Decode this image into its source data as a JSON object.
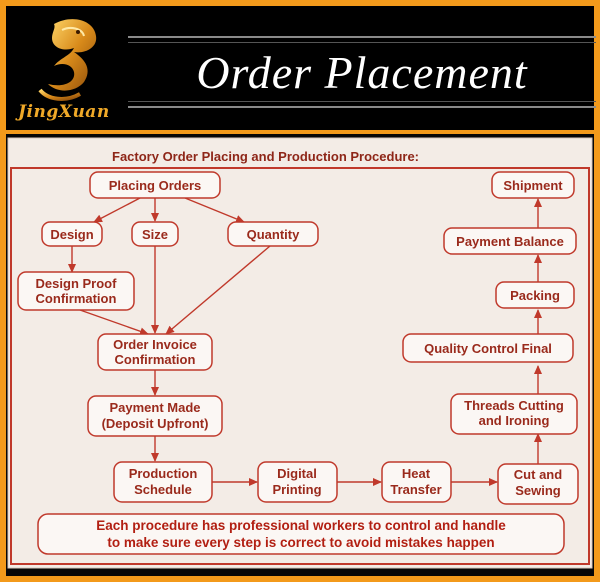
{
  "header": {
    "brand": "JingXuan",
    "title": "Order Placement"
  },
  "diagram": {
    "title": "Factory Order Placing and Production Procedure:",
    "nodes": {
      "placing_orders": [
        "Placing Orders"
      ],
      "design": [
        "Design"
      ],
      "size": [
        "Size"
      ],
      "quantity": [
        "Quantity"
      ],
      "design_proof": [
        "Design Proof",
        "Confirmation"
      ],
      "order_invoice": [
        "Order Invoice",
        "Confirmation"
      ],
      "payment_made": [
        "Payment Made",
        "(Deposit Upfront)"
      ],
      "production_schedule": [
        "Production",
        "Schedule"
      ],
      "digital_printing": [
        "Digital",
        "Printing"
      ],
      "heat_transfer": [
        "Heat",
        "Transfer"
      ],
      "cut_sewing": [
        "Cut and",
        "Sewing"
      ],
      "threads_cutting": [
        "Threads Cutting",
        "and Ironing"
      ],
      "quality_control": [
        "Quality Control Final"
      ],
      "packing": [
        "Packing"
      ],
      "payment_balance": [
        "Payment Balance"
      ],
      "shipment": [
        "Shipment"
      ]
    },
    "footer": [
      "Each procedure has professional workers to control and handle",
      "to make sure every step is correct to avoid mistakes happen"
    ]
  },
  "colors": {
    "frame": "#f39a1b",
    "paper": "#f3ece6",
    "line": "#c0392b",
    "text": "#9a2a1c",
    "node_fill": "#fbf7f4"
  }
}
